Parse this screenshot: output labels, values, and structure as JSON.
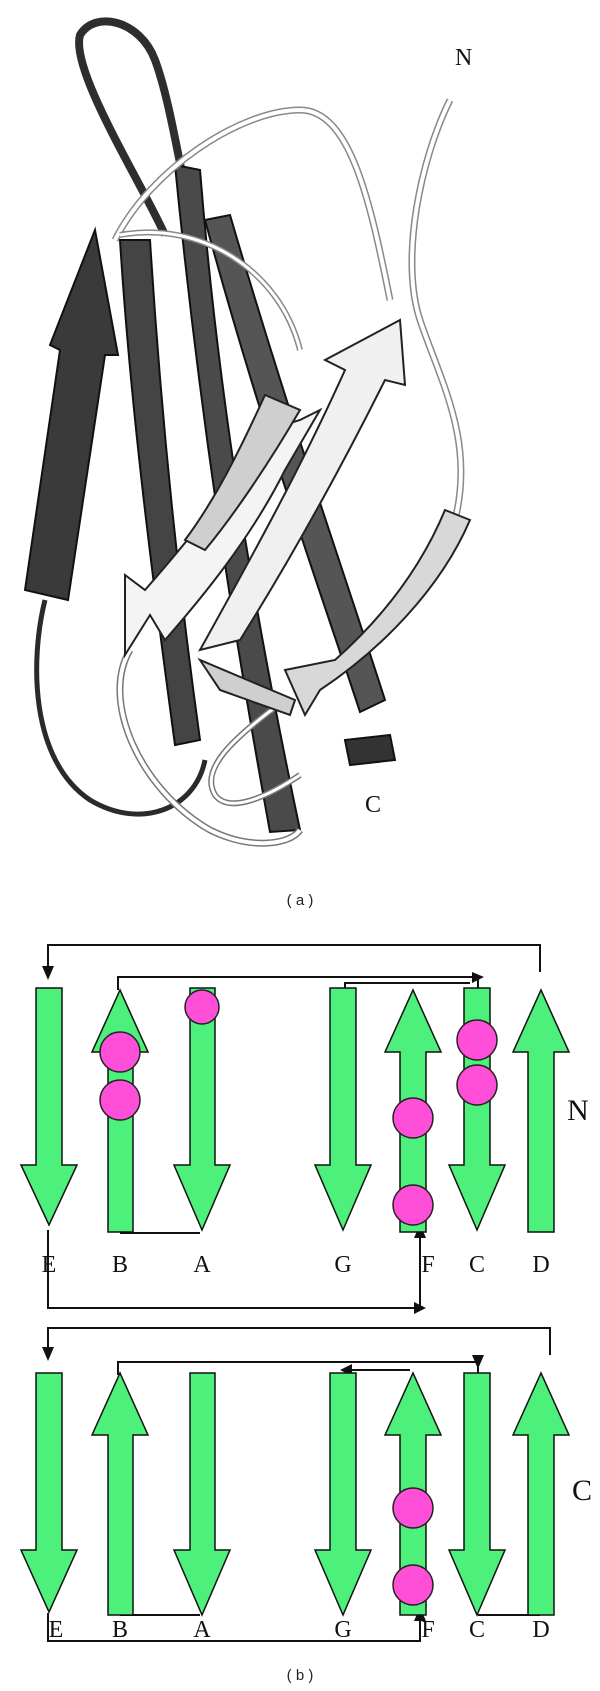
{
  "panel_a": {
    "label_n": "N",
    "label_c": "C",
    "caption": "( a )"
  },
  "panel_b": {
    "caption": "( b )",
    "top": {
      "side_label": "N",
      "strand_labels": [
        "E",
        "B",
        "A",
        "G",
        "F",
        "C",
        "D"
      ]
    },
    "bottom": {
      "side_label": "C",
      "strand_labels": [
        "E",
        "B",
        "A",
        "G",
        "F",
        "C",
        "D"
      ]
    }
  },
  "colors": {
    "strand": "#4cf07a",
    "marker": "#ff4fd8",
    "dark_ribbon": "#3c3c3c",
    "light_ribbon": "#c8c8c8"
  }
}
